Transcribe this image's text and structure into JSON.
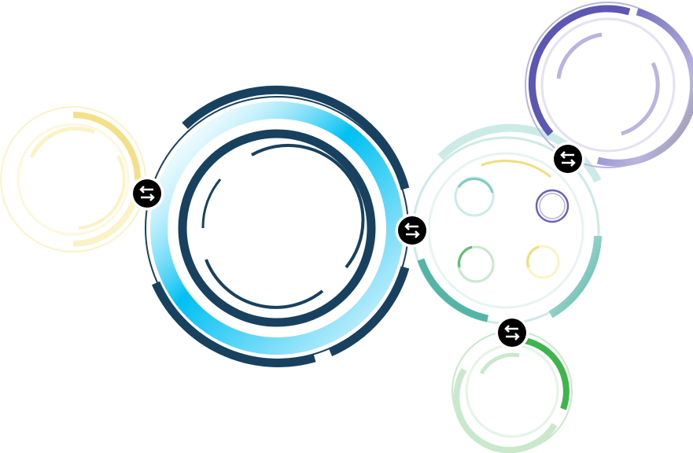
{
  "diagram": {
    "type": "connected-ring-infographic",
    "background_color": "#ffffff",
    "connector_icon": "swap-arrows-icon",
    "connector_color": "#000000",
    "rings": [
      {
        "id": "yellow-ring",
        "label": "",
        "colors": [
          "#f3e089",
          "#fbf3c7"
        ]
      },
      {
        "id": "main-ring",
        "label": "",
        "colors": [
          "#17415f",
          "#00c0f3",
          "#e6f7fd"
        ]
      },
      {
        "id": "teal-hub-ring",
        "label": "",
        "colors": [
          "#54b4a6",
          "#cdebe6"
        ],
        "inner_circles": [
          {
            "id": "teal-dot",
            "color": "#7ecdc2"
          },
          {
            "id": "purple-dot",
            "color": "#6c63b8"
          },
          {
            "id": "green-dot",
            "color": "#5cbf72"
          },
          {
            "id": "yellow-dot",
            "color": "#f0de7c"
          }
        ]
      },
      {
        "id": "purple-ring",
        "label": "",
        "colors": [
          "#5b57b2",
          "#b9b4e0",
          "#8e8e95"
        ]
      },
      {
        "id": "green-ring",
        "label": "",
        "colors": [
          "#3db54a",
          "#c9e8cc"
        ]
      }
    ],
    "connectors": [
      {
        "id": "connector-yellow-main",
        "between": [
          "yellow-ring",
          "main-ring"
        ]
      },
      {
        "id": "connector-main-teal",
        "between": [
          "main-ring",
          "teal-hub-ring"
        ]
      },
      {
        "id": "connector-teal-purple",
        "between": [
          "teal-hub-ring",
          "purple-ring"
        ]
      },
      {
        "id": "connector-teal-green",
        "between": [
          "teal-hub-ring",
          "green-ring"
        ]
      }
    ]
  }
}
